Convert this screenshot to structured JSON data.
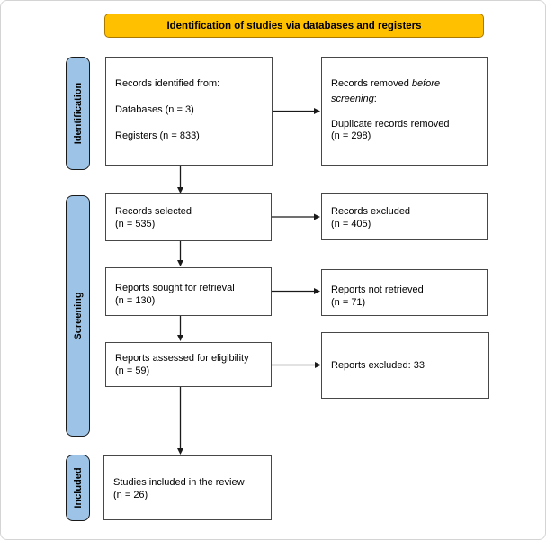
{
  "banner": {
    "text": "Identification of studies via databases and registers"
  },
  "stages": {
    "identification": "Identification",
    "screening": "Screening",
    "included": "Included"
  },
  "boxes": {
    "identified": {
      "l1": "Records identified from:",
      "l2": "Databases (n = 3)",
      "l3": "Registers (n = 833)"
    },
    "removed": {
      "pre": "Records removed ",
      "italic": "before screening",
      "post": ":",
      "l2": "Duplicate records removed",
      "l3": "(n = 298)"
    },
    "selected": {
      "l1": "Records selected",
      "l2": "(n = 535)"
    },
    "records_excluded": {
      "l1": "Records excluded",
      "l2": "(n = 405)"
    },
    "sought": {
      "l1": "Reports sought for retrieval",
      "l2": "(n = 130)"
    },
    "not_retrieved": {
      "l1": "Reports not retrieved",
      "l2": "(n = 71)"
    },
    "assessed": {
      "l1": "Reports assessed for eligibility",
      "l2": "(n = 59)"
    },
    "reports_excluded": {
      "l1": "Reports excluded: 33"
    },
    "included_review": {
      "l1": "Studies included in the review",
      "l2": "(n = 26)"
    }
  },
  "colors": {
    "banner_fill": "#FFC000",
    "banner_border": "#A87800",
    "stage_fill": "#9DC3E6",
    "stage_border": "#1A1A1A",
    "box_border": "#474747",
    "arrow": "#1A1A1A"
  }
}
